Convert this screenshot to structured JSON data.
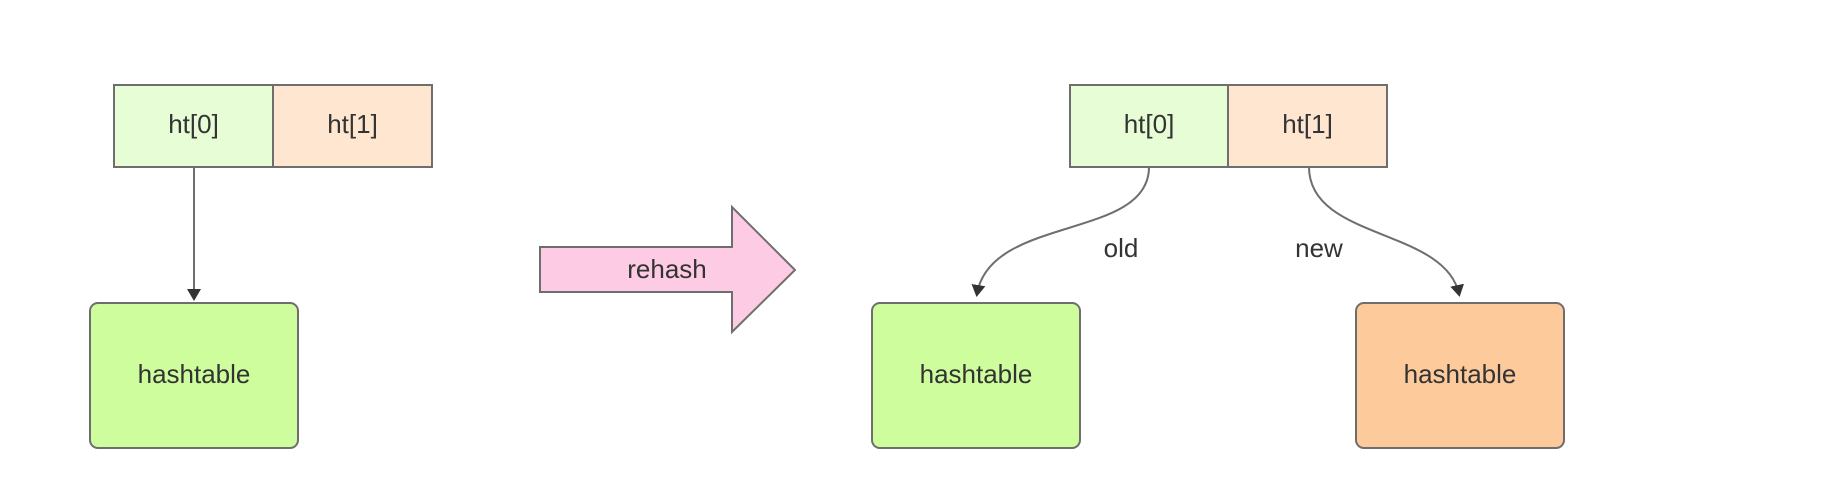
{
  "before": {
    "ht0_label": "ht[0]",
    "ht1_label": "ht[1]",
    "table_label": "hashtable"
  },
  "action": {
    "label": "rehash"
  },
  "after": {
    "ht0_label": "ht[0]",
    "ht1_label": "ht[1]",
    "old_label": "old",
    "new_label": "new",
    "old_table_label": "hashtable",
    "new_table_label": "hashtable"
  },
  "colors": {
    "ht0_fill": "#e6fdd5",
    "ht1_fill": "#fee6d1",
    "table_green": "#cdfd9c",
    "table_orange": "#fdca9c",
    "arrow_pink": "#fecbe5",
    "stroke": "#6e6e6e",
    "text": "#333333"
  }
}
